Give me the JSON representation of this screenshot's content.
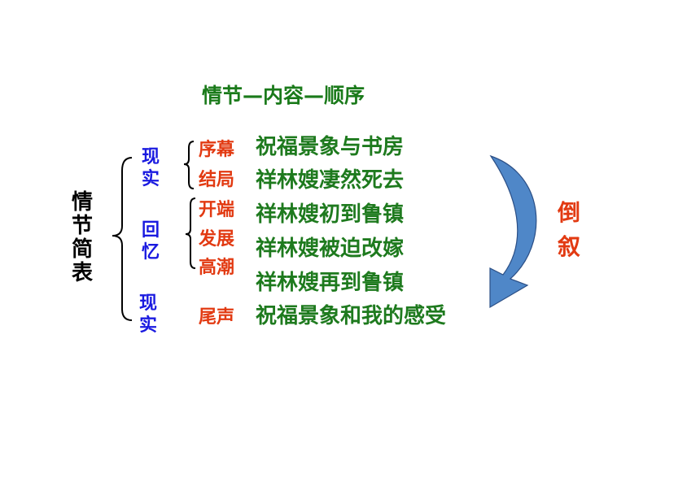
{
  "title": "情节—内容—顺序",
  "side_label": [
    "情",
    "节",
    "简",
    "表"
  ],
  "segments": [
    {
      "chars": [
        "现",
        "实"
      ]
    },
    {
      "chars": [
        "回",
        "忆"
      ]
    },
    {
      "chars": [
        "现",
        "实"
      ]
    }
  ],
  "stages": [
    "序幕",
    "结局",
    "开端",
    "发展",
    "高潮",
    "尾声"
  ],
  "contents": [
    "祝福景象与书房",
    "祥林嫂凄然死去",
    "祥林嫂初到鲁镇",
    "祥林嫂被迫改嫁",
    "祥林嫂再到鲁镇",
    "祝福景象和我的感受"
  ],
  "order_label": [
    "倒",
    "叙"
  ],
  "colors": {
    "title": "#1a7a1a",
    "content": "#1e7a1e",
    "stage": "#e23a12",
    "segment": "#1a1ae0",
    "arrow_fill": "#4f87c8",
    "arrow_stroke": "#2b4f86"
  },
  "arrow_icon": "curved-arrow-icon"
}
